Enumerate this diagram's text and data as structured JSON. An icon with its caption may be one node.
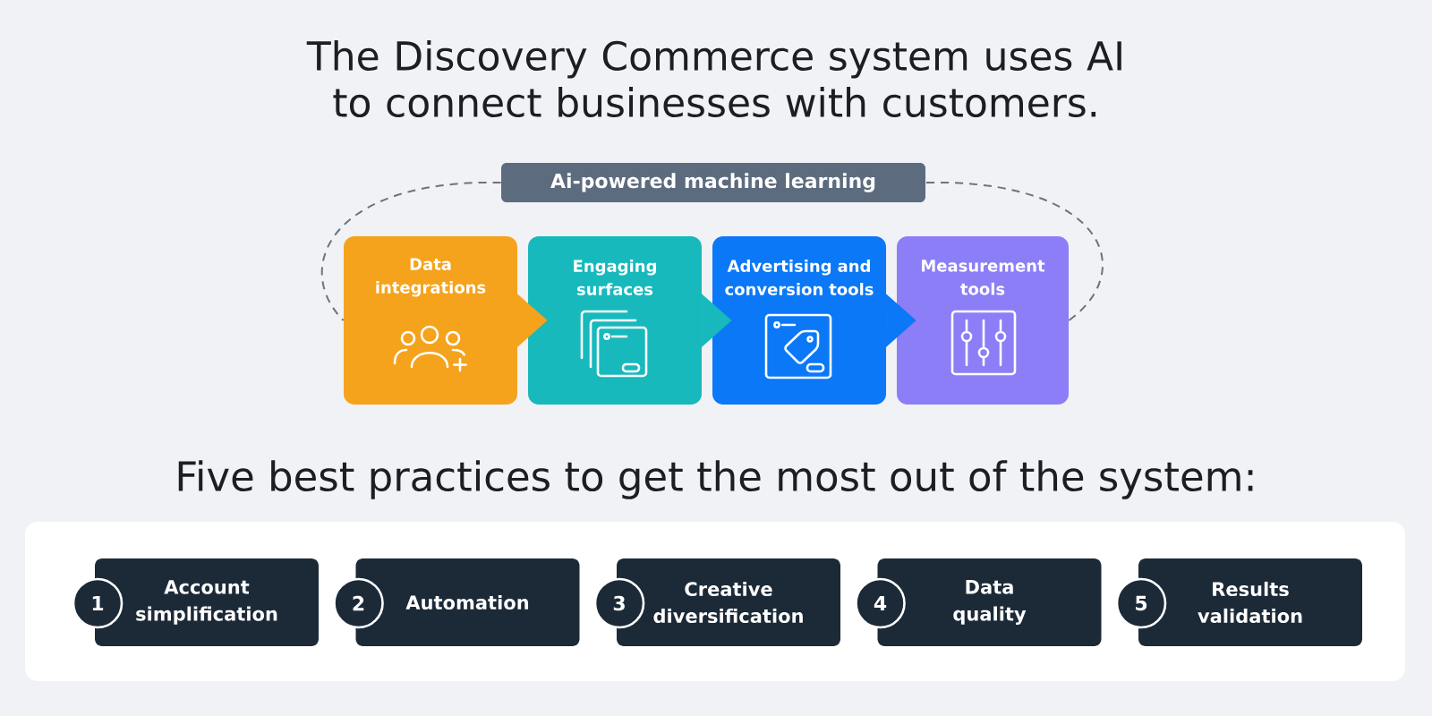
{
  "diagram": {
    "title": "The Discovery Commerce system uses AI to connect businesses with customers.",
    "nodes": [
      {
        "text": [
          "Ai-powered machine learning"
        ]
      },
      {
        "text": [
          "Data integrations"
        ]
      },
      {
        "text": [
          "Engaging surfaces"
        ]
      },
      {
        "text": [
          "Advertising and conversion tools"
        ]
      },
      {
        "text": [
          "Measurement tools"
        ]
      },
      {
        "text": [
          "Five best practices to get the most out of the system:"
        ]
      },
      {
        "text": [
          "1"
        ],
        "in": 5
      },
      {
        "text": [
          "Account simplification"
        ],
        "in": 5
      },
      {
        "text": [
          "2"
        ],
        "in": 5
      },
      {
        "text": [
          "Automation"
        ],
        "in": 5
      },
      {
        "text": [
          "3"
        ],
        "in": 5
      },
      {
        "text": [
          "Creative diversification"
        ],
        "in": 5
      },
      {
        "text": [
          "4"
        ],
        "in": 5
      },
      {
        "text": [
          "Data quality"
        ],
        "in": 5
      },
      {
        "text": [
          "5"
        ],
        "in": 5
      },
      {
        "text": [
          "Results validation"
        ],
        "in": 5
      }
    ],
    "edges": [
      {
        "from": 0,
        "to": 1,
        "arrow": "none",
        "style": "dashed"
      },
      {
        "from": 1,
        "to": 2,
        "arrow": "to",
        "color": "#f5a31c"
      },
      {
        "from": 2,
        "to": 3,
        "arrow": "to",
        "color": "#17b9bc"
      },
      {
        "from": 3,
        "to": 4,
        "arrow": "to",
        "color": "#0b78f7"
      },
      {
        "from": 4,
        "to": 0,
        "arrow": "none",
        "style": "dashed"
      }
    ]
  }
}
